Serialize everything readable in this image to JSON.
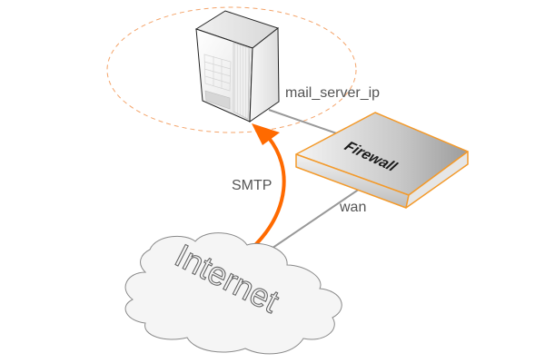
{
  "diagram": {
    "title": "",
    "nodes": {
      "mail_server": {
        "label": "mail_server_ip",
        "icon": "server-tower-icon"
      },
      "firewall": {
        "label": "Firewall",
        "icon": "firewall-appliance-icon"
      },
      "internet": {
        "label": "Internet",
        "icon": "cloud-icon"
      }
    },
    "links": [
      {
        "from": "mail_server",
        "to": "firewall",
        "label": ""
      },
      {
        "from": "firewall",
        "to": "internet",
        "label": "wan"
      }
    ],
    "flows": [
      {
        "from": "internet",
        "to": "mail_server",
        "label": "SMTP",
        "color": "#ff6a00"
      }
    ],
    "zone": {
      "style": "dashed",
      "color": "#f4a46a"
    },
    "colors": {
      "accent": "#ff6a00",
      "firewall_border": "#f39a2b",
      "link": "#999999",
      "text": "#555555"
    }
  }
}
